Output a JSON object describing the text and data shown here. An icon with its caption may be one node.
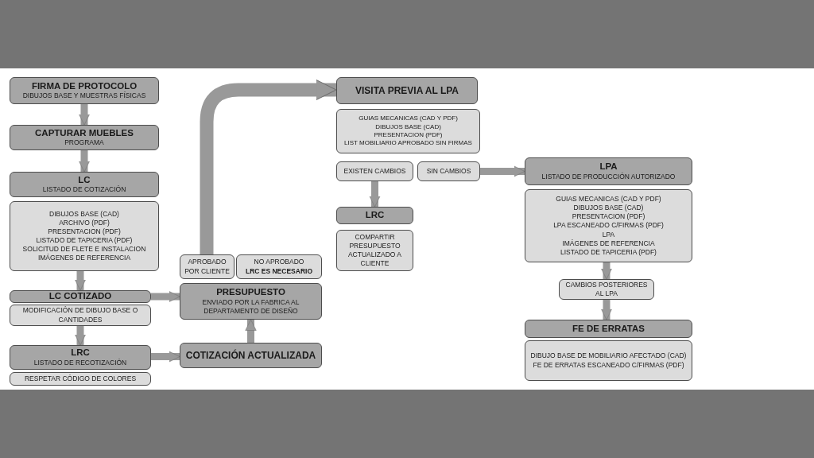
{
  "diagram": {
    "nodes": [
      {
        "text": [
          "FIRMA DE PROTOCOLO",
          "DIBUJOS BASE Y MUESTRAS FÍSICAS"
        ]
      },
      {
        "text": [
          "CAPTURAR MUEBLES",
          "PROGRAMA"
        ]
      },
      {
        "text": [
          "LC",
          "LISTADO DE COTIZACIÓN"
        ]
      },
      {
        "text": [
          "DIBUJOS BASE (CAD)",
          "ARCHIVO (PDF)",
          "PRESENTACION (PDF)",
          "LISTADO DE TAPICERIA (PDF)",
          "SOLICITUD DE FLETE E INSTALACION",
          "IMÁGENES DE REFERENCIA"
        ]
      },
      {
        "text": [
          "LC COTIZADO"
        ]
      },
      {
        "text": [
          "MODIFICACIÓN DE DIBUJO BASE O CANTIDADES"
        ]
      },
      {
        "text": [
          "LRC",
          "LISTADO DE RECOTIZACIÓN"
        ]
      },
      {
        "text": [
          "RESPETAR CÓDIGO DE COLORES"
        ]
      },
      {
        "text": [
          "APROBADO POR CLIENTE"
        ]
      },
      {
        "text": [
          "NO APROBADO",
          "LRC ES NECESARIO"
        ]
      },
      {
        "text": [
          "PRESUPUESTO",
          "ENVIADO POR LA FABRICA AL DEPARTAMENTO DE DISEÑO"
        ]
      },
      {
        "text": [
          "COTIZACIÓN ACTUALIZADA"
        ]
      },
      {
        "text": [
          "VISITA PREVIA AL LPA"
        ]
      },
      {
        "text": [
          "GUIAS MECANICAS (CAD Y PDF)",
          "DIBUJOS BASE (CAD)",
          "PRESENTACION (PDF)",
          "LIST MOBILIARIO APROBADO SIN FIRMAS"
        ]
      },
      {
        "text": [
          "EXISTEN CAMBIOS"
        ]
      },
      {
        "text": [
          "SIN CAMBIOS"
        ]
      },
      {
        "text": [
          "LRC"
        ]
      },
      {
        "text": [
          "COMPARTIR PRESUPUESTO ACTUALIZADO A CLIENTE"
        ]
      },
      {
        "text": [
          "LPA",
          "LISTADO DE PRODUCCIÓN AUTORIZADO"
        ]
      },
      {
        "text": [
          "GUIAS MECANICAS (CAD Y PDF)",
          "DIBUJOS BASE (CAD)",
          "PRESENTACION (PDF)",
          "LPA ESCANEADO C/FIRMAS (PDF)",
          "LPA",
          "IMÁGENES DE REFERENCIA",
          "LISTADO DE TAPICERIA (PDF)"
        ]
      },
      {
        "text": [
          "CAMBIOS POSTERIORES AL LPA"
        ]
      },
      {
        "text": [
          "FE DE ERRATAS"
        ]
      },
      {
        "text": [
          "DIBUJO BASE DE MOBILIARIO AFECTADO (CAD)",
          "FE DE ERRATAS ESCANEADO C/FIRMAS (PDF)"
        ]
      }
    ],
    "edges": [
      {
        "from": 0,
        "to": 1,
        "arrow": "to"
      },
      {
        "from": 1,
        "to": 2,
        "arrow": "to"
      },
      {
        "from": 3,
        "to": 4,
        "arrow": "to"
      },
      {
        "from": 5,
        "to": 6,
        "arrow": "to"
      },
      {
        "from": 4,
        "to": 10,
        "arrow": "to"
      },
      {
        "from": 6,
        "to": 11,
        "arrow": "to"
      },
      {
        "from": 11,
        "to": 10,
        "arrow": "to"
      },
      {
        "from": 8,
        "to": 12,
        "arrow": "to",
        "style": "thick"
      },
      {
        "from": 14,
        "to": 16,
        "arrow": "to"
      },
      {
        "from": 15,
        "to": 18,
        "arrow": "to"
      },
      {
        "from": 19,
        "to": 20,
        "arrow": "to"
      },
      {
        "from": 20,
        "to": 21,
        "arrow": "to"
      }
    ]
  }
}
